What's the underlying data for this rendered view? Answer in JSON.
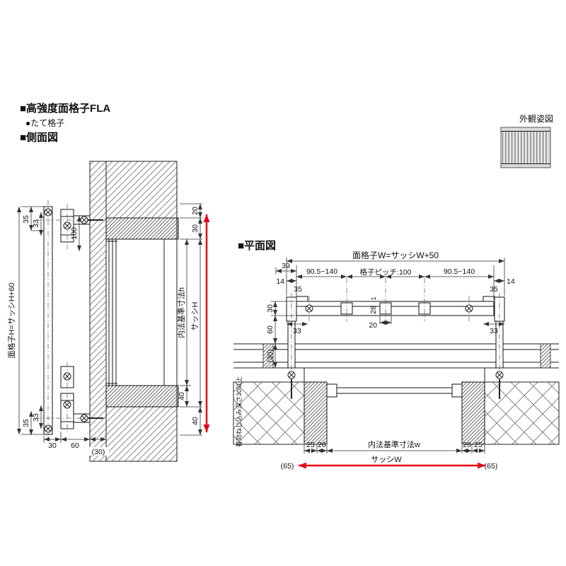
{
  "header": {
    "product": "■高強度面格子FLA",
    "grille_type": "●たて格子",
    "side_view_label": "■側面図",
    "plan_view_label": "■平面図",
    "appearance_label": "外観姿図"
  },
  "colors": {
    "red": "#e60012"
  },
  "side_view": {
    "height_formula": "面格子H=サッシH+60",
    "dim_35_top": "35",
    "dim_33_top": "33",
    "dim_100": "100",
    "dim_20_right": "20",
    "dim_30_right": "30",
    "naiho_h": "内法基準寸法h",
    "sash_h": "サッシH",
    "dim_40_inner": "40",
    "dim_40_outer": "40",
    "dim_35_bottom": "35",
    "dim_33_bottom": "33",
    "dim_30_bottom": "30",
    "dim_60_bottom": "60",
    "dim_30_paren": "(30)"
  },
  "plan_view": {
    "width_formula": "面格子W=サッシW+50",
    "dim_39": "39",
    "dim_14_left": "14",
    "range_left": "90.5~140",
    "pitch_label": "格子ピッチ:100",
    "range_right": "90.5~140",
    "dim_14_right": "14",
    "dim_35_left": "35",
    "dim_35_right": "35",
    "dim_30_depth": "30",
    "dim_33_left": "33",
    "dim_60": "60",
    "dim_30_paren": "(30)",
    "dim_1": "1",
    "dim_28": "28",
    "dim_20_bar": "20",
    "dim_33_right": "33",
    "screw_note": "有効ねじ込み深さ30以上",
    "dim_25_left": "25",
    "dim_20_left": "20",
    "naiho_w": "内法基準寸法w",
    "dim_20_right": "20",
    "dim_25_right": "25",
    "dim_65_left": "(65)",
    "sash_w": "サッシW",
    "dim_65_right": "(65)"
  }
}
